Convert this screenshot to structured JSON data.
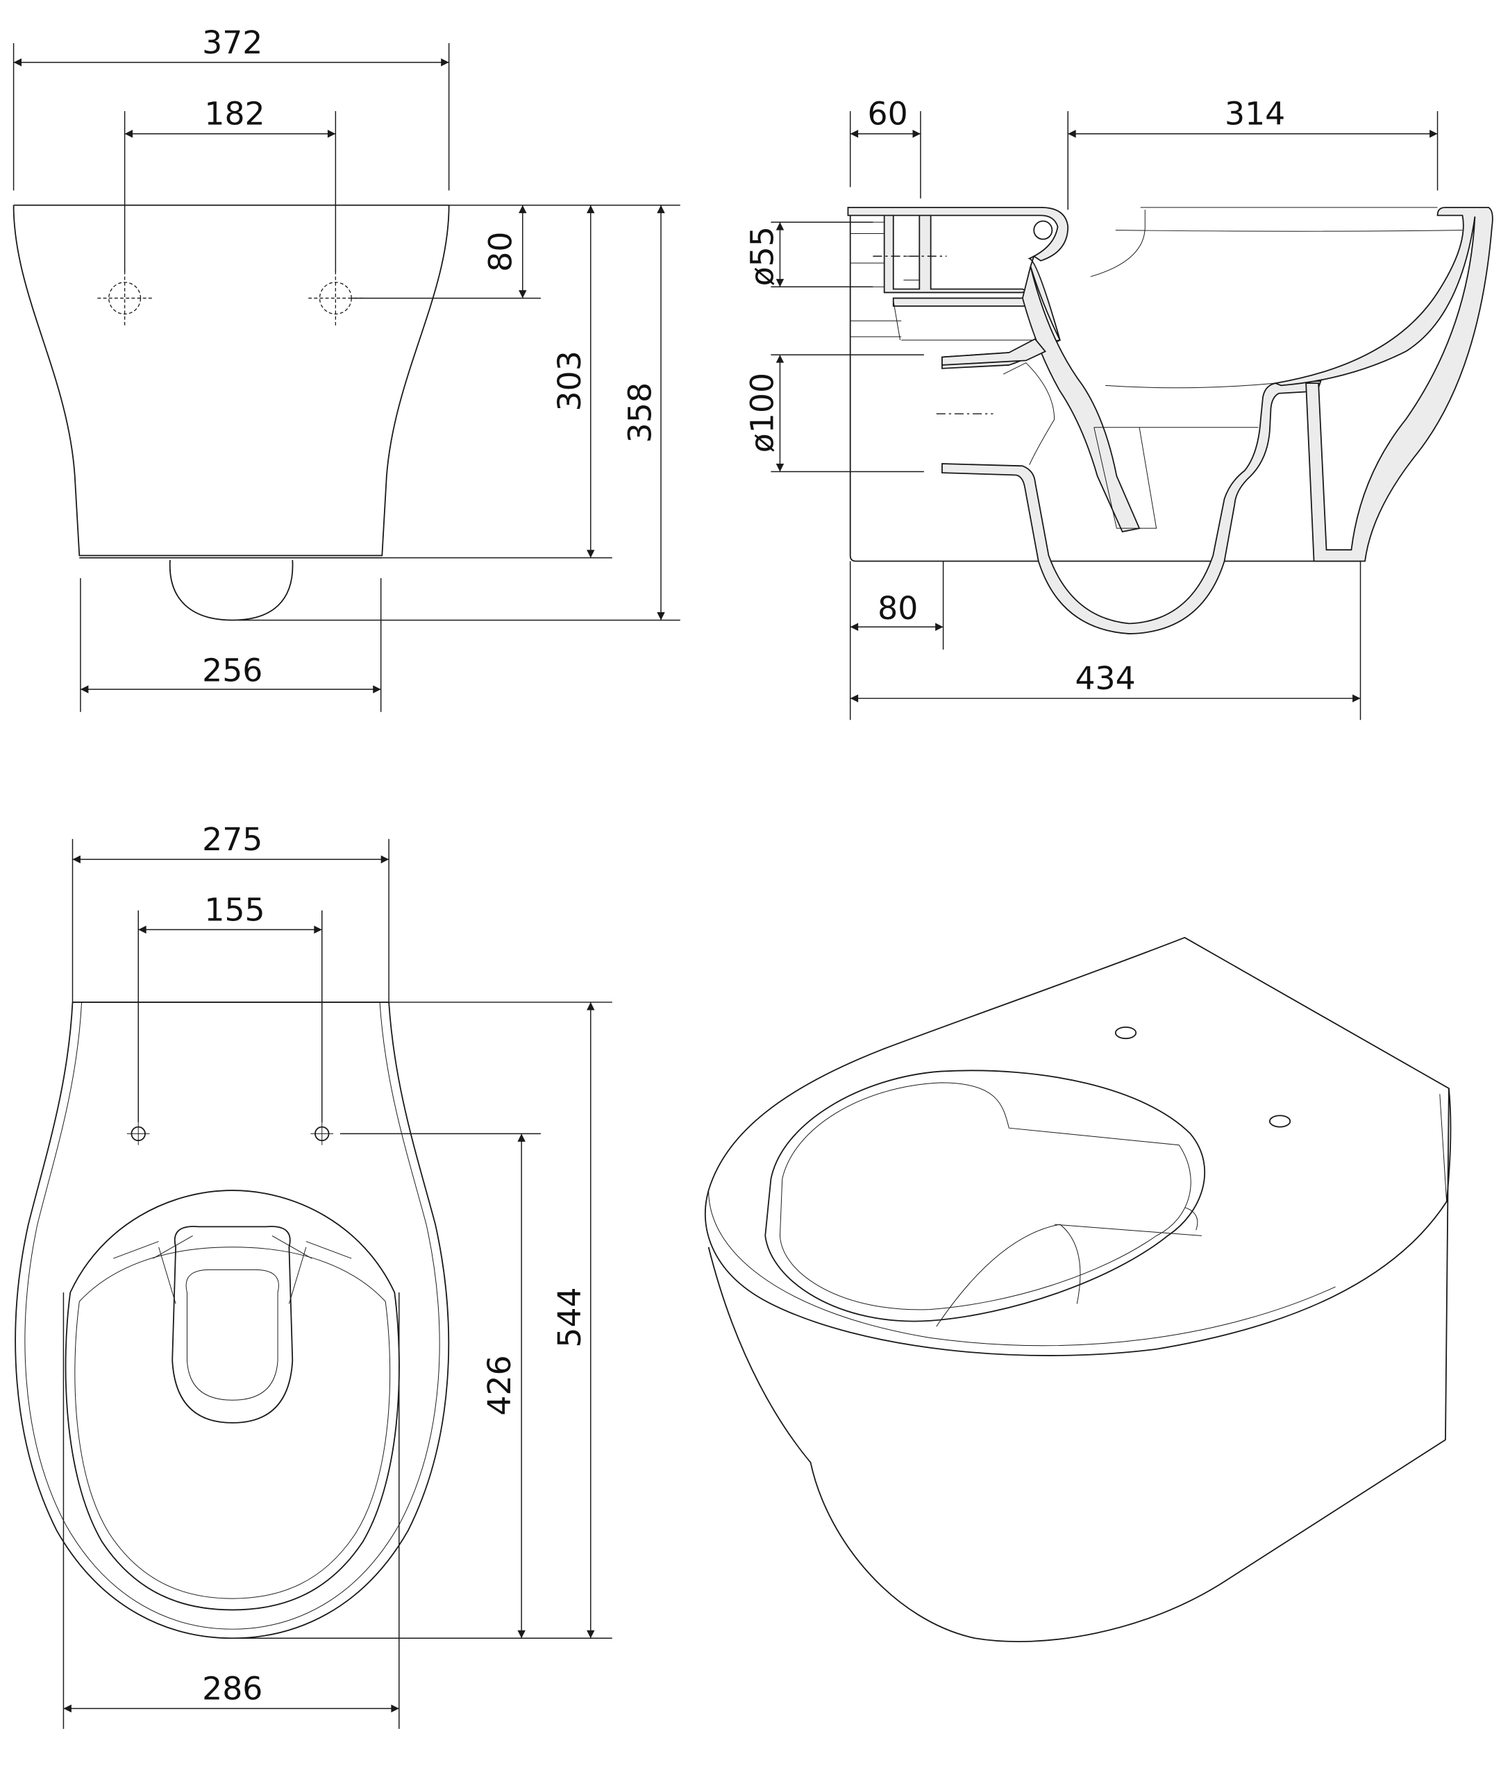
{
  "front_view": {
    "overall_width": "372",
    "mount_spacing": "182",
    "mount_height": "80",
    "body_height": "303",
    "total_height": "358",
    "bottom_width": "256"
  },
  "side_view": {
    "inlet_offset": "60",
    "rim_length": "314",
    "inlet_diameter": "ø55",
    "outlet_diameter": "ø100",
    "outlet_offset": "80",
    "overall_depth": "434"
  },
  "top_view": {
    "overall_width": "275",
    "mount_spacing": "155",
    "hole_to_front": "426",
    "overall_length": "544",
    "seat_width": "286"
  }
}
